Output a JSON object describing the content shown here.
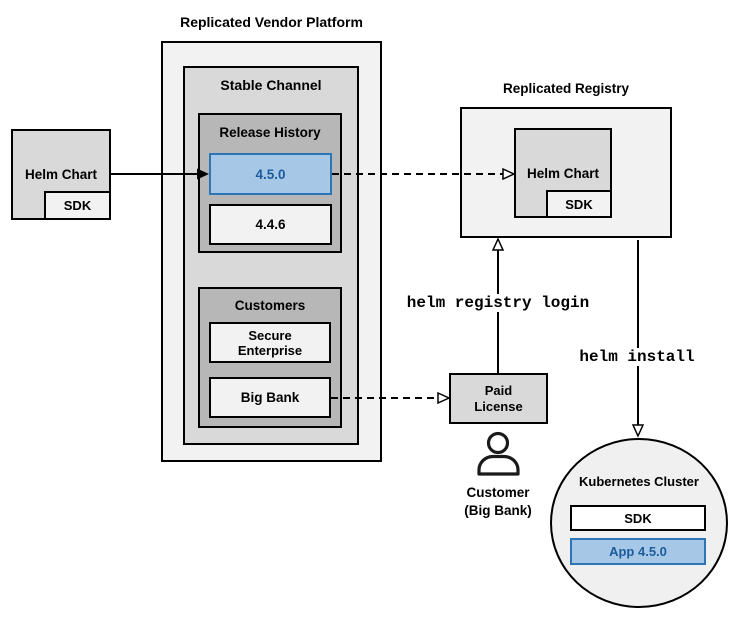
{
  "colors": {
    "blue_fill": "#a7c7e7",
    "blue_border": "#2d76b5",
    "blue_text": "#1c5c9c",
    "gray_light": "#f2f2f2",
    "gray_mid": "#d9d9d9",
    "gray_dark": "#b7b7b7",
    "line": "#000000"
  },
  "source": {
    "helm_chart_label": "Helm Chart",
    "sdk_label": "SDK"
  },
  "vendor_platform": {
    "title": "Replicated Vendor Platform",
    "stable_channel": {
      "label": "Stable Channel",
      "release_history": {
        "label": "Release History",
        "releases": [
          "4.5.0",
          "4.4.6"
        ],
        "highlighted_release": "4.5.0"
      },
      "customers": {
        "label": "Customers",
        "items": [
          "Secure Enterprise",
          "Big Bank"
        ]
      }
    }
  },
  "registry": {
    "title": "Replicated Registry",
    "helm_chart_label": "Helm Chart",
    "sdk_label": "SDK"
  },
  "license": {
    "line1": "Paid",
    "line2": "License"
  },
  "customer": {
    "line1": "Customer",
    "line2": "(Big Bank)"
  },
  "cluster": {
    "label": "Kubernetes Cluster",
    "sdk_label": "SDK",
    "app_label": "App 4.5.0"
  },
  "commands": {
    "registry_login": "helm registry login",
    "install": "helm install"
  }
}
